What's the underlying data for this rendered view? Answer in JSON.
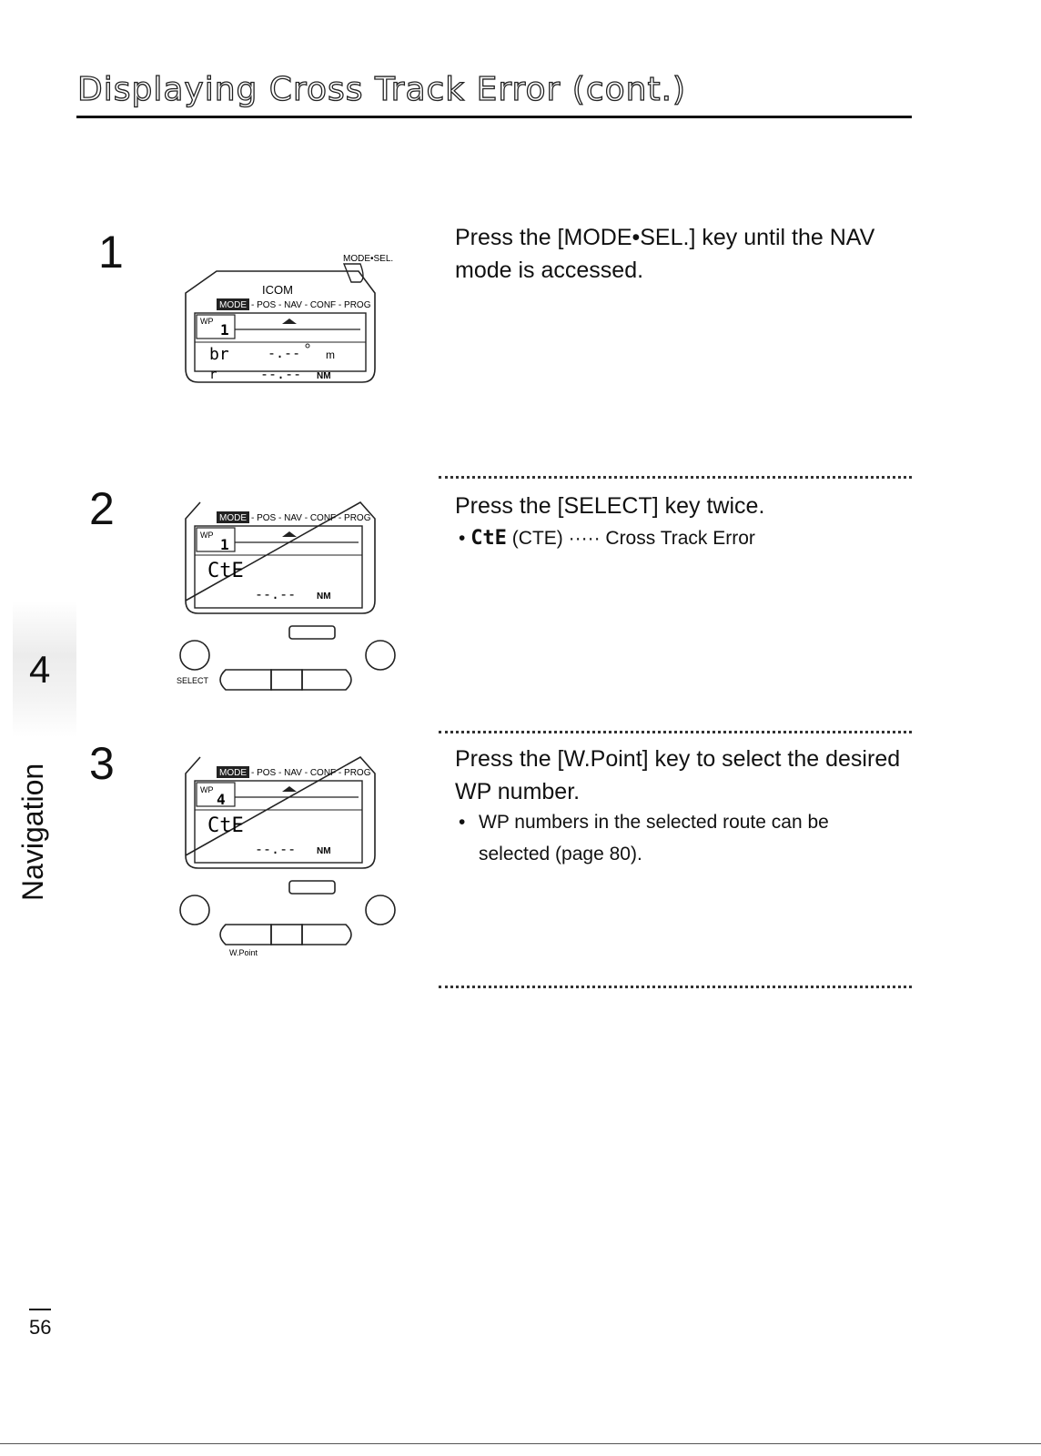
{
  "page": {
    "title": "Displaying Cross Track Error (cont.)",
    "chapter_number": "4",
    "chapter_label": "Navigation",
    "page_number": "56"
  },
  "device": {
    "brand": "ICOM",
    "mode_tag": "MODE",
    "mode_list": "- POS - NAV - CONF - PROG",
    "wp_label": "WP",
    "mode_sel_label": "MODE•SEL.",
    "select_label": "SELECT",
    "wpoint_label": "W.Point",
    "unit_m": "m",
    "unit_nm": "NM",
    "seg_br": "br",
    "seg_r": "r",
    "seg_cte": "CtE",
    "seg_dash_deg": "-.--",
    "seg_dash_nm": "--.--",
    "wp1": "1",
    "wp4": "4"
  },
  "steps": [
    {
      "number": "1",
      "text": "Press the [MODE•SEL.] key until the NAV mode is accessed."
    },
    {
      "number": "2",
      "text": "Press the [SELECT] key twice.",
      "bullet_symbol": "CtE",
      "bullet_text": "(CTE) ····· Cross Track Error"
    },
    {
      "number": "3",
      "text": "Press the [W.Point] key to select the desired WP number.",
      "bullet_text": "WP numbers in the selected route can be selected (page 80)."
    }
  ]
}
